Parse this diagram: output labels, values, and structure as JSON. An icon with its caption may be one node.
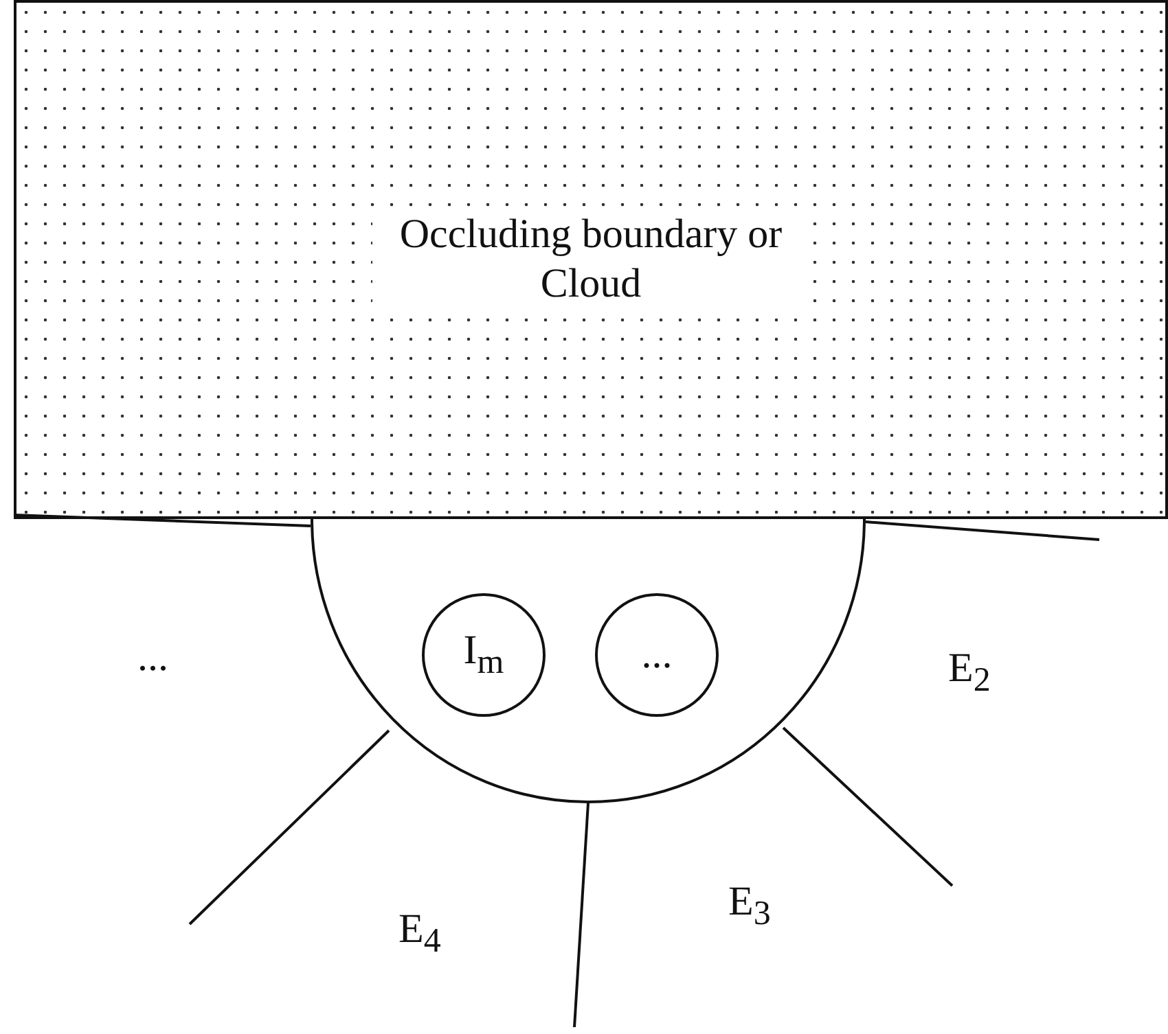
{
  "diagram": {
    "nodes": [
      {
        "text": [
          "Occluding boundary or Cloud"
        ]
      },
      {
        "text": [],
        "shape": "semicircle"
      },
      {
        "text": [
          "I$_{m}$"
        ],
        "in": 1
      },
      {
        "text": [
          "..."
        ],
        "in": 1
      }
    ],
    "labels": [
      "...",
      "E$_{2}$",
      "E$_{3}$",
      "E$_{4}$"
    ]
  }
}
